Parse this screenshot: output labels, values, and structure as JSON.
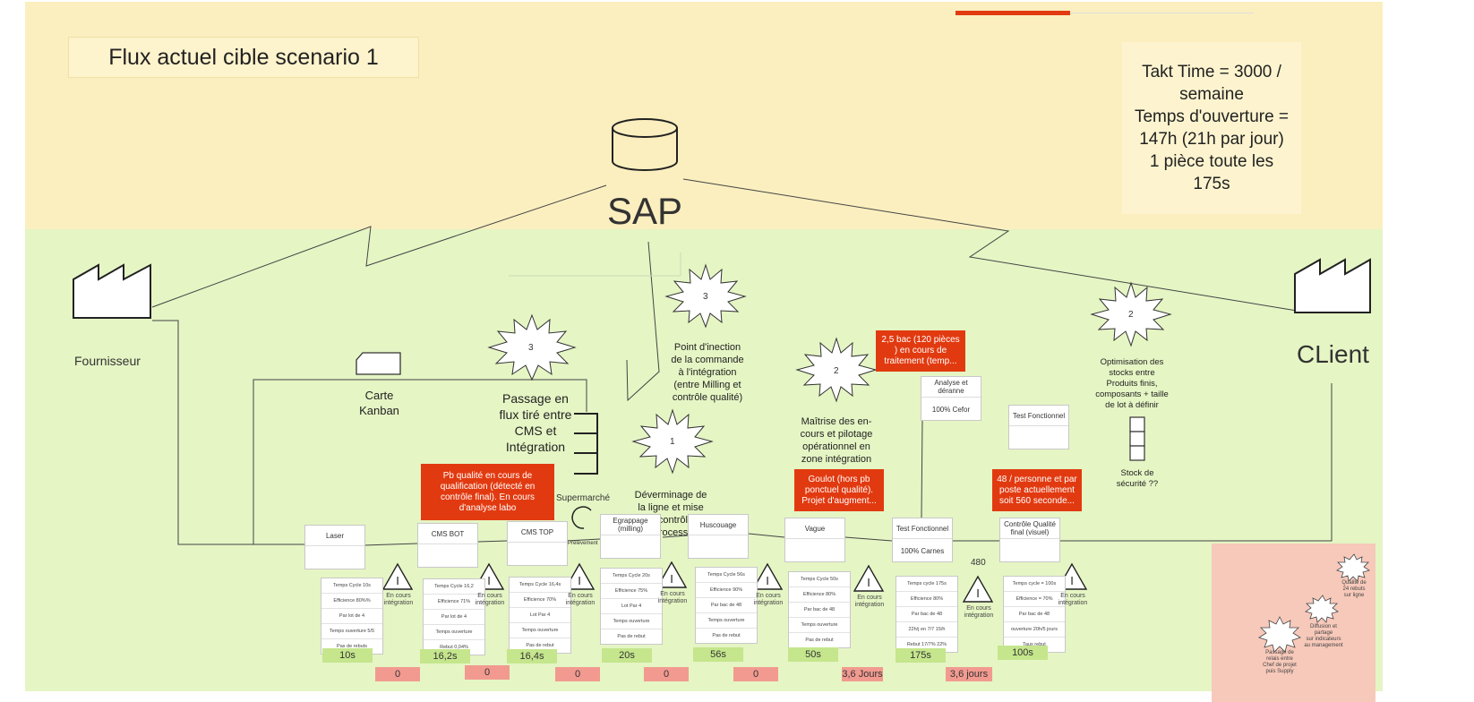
{
  "title": "Flux actuel cible scenario 1",
  "takt": [
    "Takt Time = 3000 /",
    "semaine",
    "Temps d'ouverture =",
    "147h (21h par jour)",
    "1 pièce toute les",
    "175s"
  ],
  "sap_label": "SAP",
  "supplier": "Fournisseur",
  "client": "CLient",
  "kanban": [
    "Carte",
    "Kanban"
  ],
  "supermarche": "Supermarché",
  "prelevement": "Prélèvement",
  "bursts": [
    {
      "num": "3",
      "text": [
        "Passage en",
        "flux tiré entre",
        "CMS et",
        "Intégration"
      ]
    },
    {
      "num": "3",
      "text": [
        "Point d'inection",
        "de la commande",
        "à l'intégration",
        "(entre Milling et",
        "contrôle qualité)"
      ]
    },
    {
      "num": "1",
      "text": [
        "Déverminage de",
        "la ligne et mise",
        "sous contrôle du",
        "process"
      ]
    },
    {
      "num": "2",
      "text": [
        "Maîtrise des en-",
        "cours et pilotage",
        "opérationnel en",
        "zone intégration"
      ]
    },
    {
      "num": "2",
      "text": [
        "Optimisation des",
        "stocks entre",
        "Produits finis,",
        "composants + taille",
        "de lot à définir"
      ]
    }
  ],
  "stock_securite": [
    "Stock de",
    "sécurité ??"
  ],
  "red_notes": [
    [
      "Pb qualité en cours de",
      "qualification (détecté en",
      "contrôle final). En cours",
      "d'analyse labo"
    ],
    [
      "2,5 bac (120 pièces",
      ") en cours de",
      "traitement (temp..."
    ],
    [
      "Goulot (hors pb",
      "ponctuel qualité).",
      "Projet d'augment..."
    ],
    [
      "48 / personne et par",
      "poste actuellement",
      "soit 560 seconde..."
    ]
  ],
  "processes": [
    {
      "name": "Laser",
      "data": [
        "Temps Cycle 10s",
        "Efficience 80%%",
        "Par lot de 4",
        "Temps ouverture 5/5",
        "Pas de rebuts"
      ],
      "inv": [
        "En cours",
        "intégration"
      ],
      "ct": "10s",
      "wait": "0"
    },
    {
      "name": "CMS BOT",
      "data": [
        "Temps Cycle 16,2",
        "Efficience 71%",
        "Par lot de 4",
        "Temps ouverture",
        "Rebut 0,04%"
      ],
      "inv": [
        "En cours",
        "intégration"
      ],
      "ct": "16,2s",
      "wait": "0"
    },
    {
      "name": "CMS TOP",
      "data": [
        "Temps Cycle 16,4s",
        "Efficience 70%",
        "Lot Par 4",
        "Temps ouverture",
        "Pas de rebut"
      ],
      "inv": [
        "En cours",
        "intégration"
      ],
      "ct": "16,4s",
      "wait": "0"
    },
    {
      "name": "Egrappage (milling)",
      "data": [
        "Temps Cycle 20s",
        "Efficience 75%",
        "Lot Par 4",
        "Temps ouverture",
        "Pas de rebut"
      ],
      "inv": [
        "En cours",
        "intégration"
      ],
      "ct": "20s",
      "wait": "0"
    },
    {
      "name": "Huscouage",
      "data": [
        "Temps Cycle 56s",
        "Efficience 90%",
        "Par bac de 48",
        "Temps ouverture",
        "Pas de rebut"
      ],
      "inv": [
        "En cours",
        "intégration"
      ],
      "ct": "56s",
      "wait": "0"
    },
    {
      "name": "Vague",
      "data": [
        "Temps Cycle 50s",
        "Efficience 80%",
        "Par bac de 48",
        "Temps ouverture",
        "Pas de rebut"
      ],
      "inv": [
        "En cours",
        "intégration"
      ],
      "ct": "50s",
      "wait": "3,6 Jours"
    },
    {
      "name": "Test Fonctionnel",
      "sub": "100% Carnes",
      "data": [
        "Temps cycle 175s",
        "Efficience 80%",
        "Par bac de 48",
        "22h/j en 7/7 15/h",
        "Rebut 17/7% 22%"
      ],
      "inv": [
        "En cours",
        "intégration"
      ],
      "ct": "175s",
      "wait": "3,6 jours"
    },
    {
      "name": "Contrôle Qualité final (visuel)",
      "data": [
        "Temps cycle = 100s",
        "Efficience = 70%",
        "Par bac de 48",
        "ouverture 20h/5 jours",
        "Taux rebut"
      ],
      "inv": [
        "En cours",
        "intégration"
      ],
      "ct": "100s"
    }
  ],
  "analyse": {
    "name": "Analyse et déranne",
    "sub": "100% Cefor"
  },
  "test_fonc_small": "Test Fonctionnel",
  "qty_480": "480",
  "pink_notes": [
    [
      "Qualité de",
      "24 rebuts",
      "sur ligne"
    ],
    [
      "Diffusion et",
      "partage",
      "sur indicateurs",
      "au management"
    ],
    [
      "Passage de",
      "relais entre",
      "Chef de projet",
      "puis Supply"
    ]
  ],
  "colors": {
    "yellow_zone": "#fbefbf",
    "green_zone": "#e5f5c4",
    "alert_red": "#e23a10",
    "cycle_green": "#c5e68c",
    "wait_red": "#f29a90",
    "pink_zone": "#f7c9ba"
  }
}
